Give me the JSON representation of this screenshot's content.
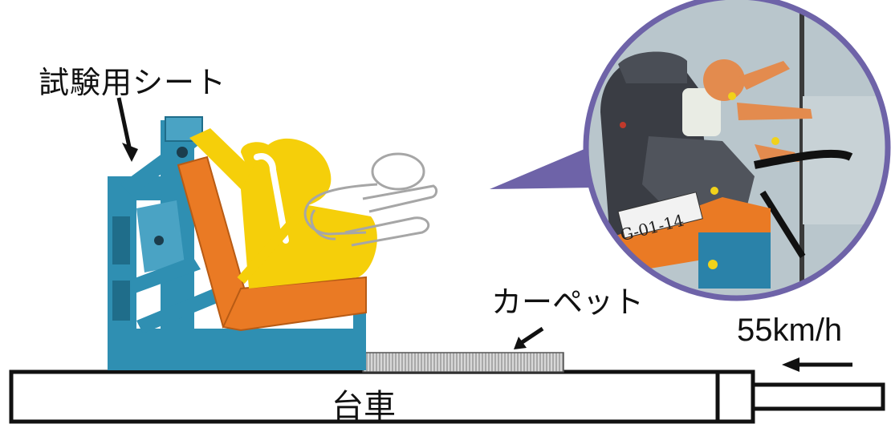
{
  "labels": {
    "test_seat": "試験用シート",
    "carpet": "カーペット",
    "speed": "55km/h",
    "sled": "台車",
    "dummy_plate": "G-01-14"
  },
  "colors": {
    "rig_frame": "#2f8fb2",
    "seat_cushion": "#ea7a24",
    "child_seat": "#f5cf0a",
    "inset_background": "#b9c6cc",
    "inset_border": "#6e63a8"
  }
}
